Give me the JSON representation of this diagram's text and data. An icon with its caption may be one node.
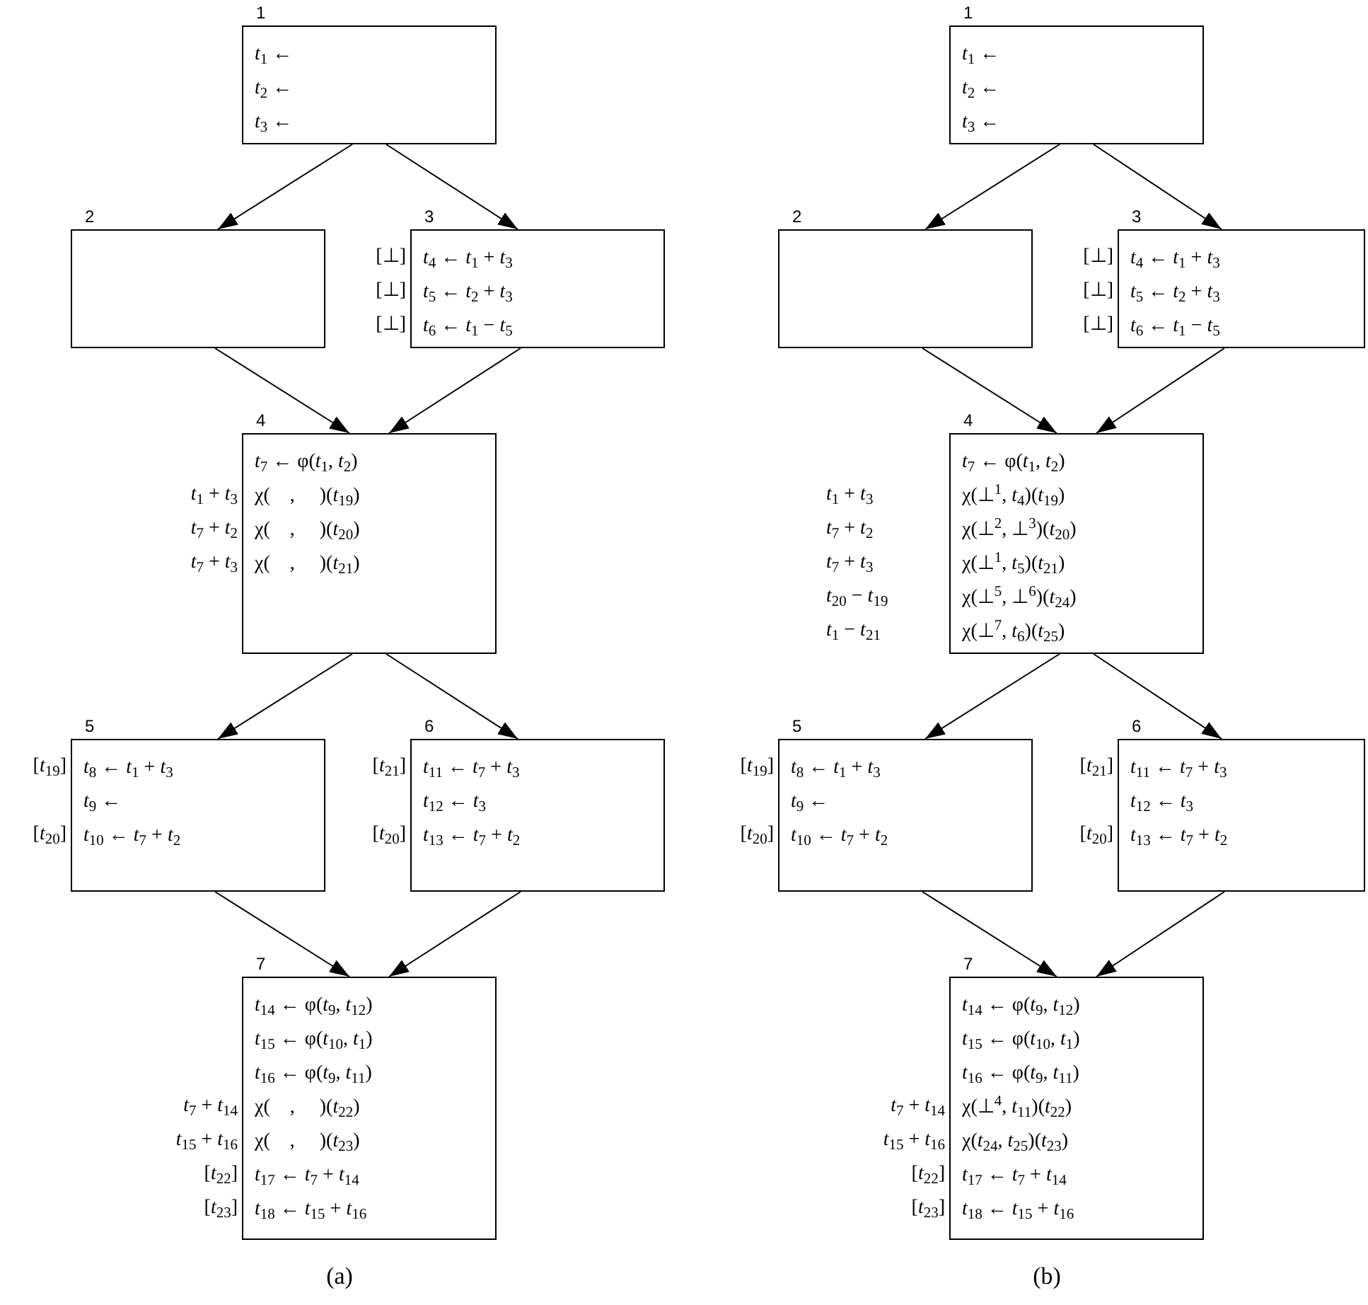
{
  "diagram": {
    "nodes": [
      {
        "text": [
          "1",
          "*t*$_{1}$ ←",
          "*t*$_{2}$ ←",
          "*t*$_{3}$ ←"
        ]
      },
      {
        "text": [
          "2"
        ]
      },
      {
        "text": [
          "3",
          "*t*$_{4}$ ← *t*$_{1}$ + *t*$_{3}$",
          "*t*$_{5}$ ← *t*$_{2}$ + *t*$_{3}$",
          "*t*$_{6}$ ← *t*$_{1}$ − *t*$_{5}$"
        ],
        "beside": [
          "[⊥]",
          "[⊥]",
          "[⊥]"
        ]
      },
      {
        "text": [
          "4",
          "*t*$_{7}$ ← φ(*t*$_{1}$, *t*$_{2}$)",
          "χ(    ,     )(*t*$_{19}$)",
          "χ(    ,     )(*t*$_{20}$)",
          "χ(    ,     )(*t*$_{21}$)"
        ],
        "beside": [
          "*t*$_{1}$ + *t*$_{3}$",
          "*t*$_{7}$ + *t*$_{2}$",
          "*t*$_{7}$ + *t*$_{3}$"
        ]
      },
      {
        "text": [
          "5",
          "*t*$_{8}$ ← *t*$_{1}$ + *t*$_{3}$",
          "*t*$_{9}$ ←",
          "*t*$_{10}$ ← *t*$_{7}$ + *t*$_{2}$"
        ],
        "beside": [
          "[*t*$_{19}$]",
          "[*t*$_{20}$]"
        ]
      },
      {
        "text": [
          "6",
          "*t*$_{11}$ ← *t*$_{7}$ + *t*$_{3}$",
          "*t*$_{12}$ ← *t*$_{3}$",
          "*t*$_{13}$ ← *t*$_{7}$ + *t*$_{2}$"
        ],
        "beside": [
          "[*t*$_{21}$]",
          "[*t*$_{20}$]"
        ]
      },
      {
        "text": [
          "7",
          "*t*$_{14}$ ← φ(*t*$_{9}$, *t*$_{12}$)",
          "*t*$_{15}$ ← φ(*t*$_{10}$, *t*$_{1}$)",
          "*t*$_{16}$ ← φ(*t*$_{9}$, *t*$_{11}$)",
          "χ(    ,     )(*t*$_{22}$)",
          "χ(    ,     )(*t*$_{23}$)",
          "*t*$_{17}$ ← *t*$_{7}$ + *t*$_{14}$",
          "*t*$_{18}$ ← *t*$_{15}$ + *t*$_{16}$"
        ],
        "beside": [
          "*t*$_{7}$ + *t*$_{14}$",
          "*t*$_{15}$ + *t*$_{16}$",
          "[*t*$_{22}$]",
          "[*t*$_{23}$]"
        ]
      },
      {
        "text": [
          "1",
          "*t*$_{1}$ ←",
          "*t*$_{2}$ ←",
          "*t*$_{3}$ ←"
        ]
      },
      {
        "text": [
          "2"
        ]
      },
      {
        "text": [
          "3",
          "*t*$_{4}$ ← *t*$_{1}$ + *t*$_{3}$",
          "*t*$_{5}$ ← *t*$_{2}$ + *t*$_{3}$",
          "*t*$_{6}$ ← *t*$_{1}$ − *t*$_{5}$"
        ],
        "beside": [
          "[⊥]",
          "[⊥]",
          "[⊥]"
        ]
      },
      {
        "text": [
          "4",
          "*t*$_{7}$ ← φ(*t*$_{1}$, *t*$_{2}$)",
          "χ(⊥$^{1}$, *t*$_{4}$)(*t*$_{19}$)",
          "χ(⊥$^{2}$, ⊥$^{3}$)(*t*$_{20}$)",
          "χ(⊥$^{1}$, *t*$_{5}$)(*t*$_{21}$)",
          "χ(⊥$^{5}$, ⊥$^{6}$)(*t*$_{24}$)",
          "χ(⊥$^{7}$, *t*$_{6}$)(*t*$_{25}$)"
        ],
        "beside": [
          "*t*$_{1}$ + *t*$_{3}$",
          "*t*$_{7}$ + *t*$_{2}$",
          "*t*$_{7}$ + *t*$_{3}$",
          "*t*$_{20}$ − *t*$_{19}$",
          "*t*$_{1}$ − *t*$_{21}$"
        ]
      },
      {
        "text": [
          "5",
          "*t*$_{8}$ ← *t*$_{1}$ + *t*$_{3}$",
          "*t*$_{9}$ ←",
          "*t*$_{10}$ ← *t*$_{7}$ + *t*$_{2}$"
        ],
        "beside": [
          "[*t*$_{19}$]",
          "[*t*$_{20}$]"
        ]
      },
      {
        "text": [
          "6",
          "*t*$_{11}$ ← *t*$_{7}$ + *t*$_{3}$",
          "*t*$_{12}$ ← *t*$_{3}$",
          "*t*$_{13}$ ← *t*$_{7}$ + *t*$_{2}$"
        ],
        "beside": [
          "[*t*$_{21}$]",
          "[*t*$_{20}$]"
        ]
      },
      {
        "text": [
          "7",
          "*t*$_{14}$ ← φ(*t*$_{9}$, *t*$_{12}$)",
          "*t*$_{15}$ ← φ(*t*$_{10}$, *t*$_{1}$)",
          "*t*$_{16}$ ← φ(*t*$_{9}$, *t*$_{11}$)",
          "χ(⊥$^{4}$, *t*$_{11}$)(*t*$_{22}$)",
          "χ(*t*$_{24}$, *t*$_{25}$)(*t*$_{23}$)",
          "*t*$_{17}$ ← *t*$_{7}$ + *t*$_{14}$",
          "*t*$_{18}$ ← *t*$_{15}$ + *t*$_{16}$"
        ],
        "beside": [
          "*t*$_{7}$ + *t*$_{14}$",
          "*t*$_{15}$ + *t*$_{16}$",
          "[*t*$_{22}$]",
          "[*t*$_{23}$]"
        ]
      }
    ],
    "edges": [
      {
        "from": 0,
        "to": 1,
        "arrow": "to"
      },
      {
        "from": 0,
        "to": 2,
        "arrow": "to"
      },
      {
        "from": 1,
        "to": 3,
        "arrow": "to"
      },
      {
        "from": 2,
        "to": 3,
        "arrow": "to"
      },
      {
        "from": 3,
        "to": 4,
        "arrow": "to"
      },
      {
        "from": 3,
        "to": 5,
        "arrow": "to"
      },
      {
        "from": 4,
        "to": 6,
        "arrow": "to"
      },
      {
        "from": 5,
        "to": 6,
        "arrow": "to"
      },
      {
        "from": 7,
        "to": 8,
        "arrow": "to"
      },
      {
        "from": 7,
        "to": 9,
        "arrow": "to"
      },
      {
        "from": 8,
        "to": 10,
        "arrow": "to"
      },
      {
        "from": 9,
        "to": 10,
        "arrow": "to"
      },
      {
        "from": 10,
        "to": 11,
        "arrow": "to"
      },
      {
        "from": 10,
        "to": 12,
        "arrow": "to"
      },
      {
        "from": 11,
        "to": 13,
        "arrow": "to"
      },
      {
        "from": 12,
        "to": 13,
        "arrow": "to"
      }
    ],
    "labels": [
      "(a)",
      "(b)"
    ]
  }
}
